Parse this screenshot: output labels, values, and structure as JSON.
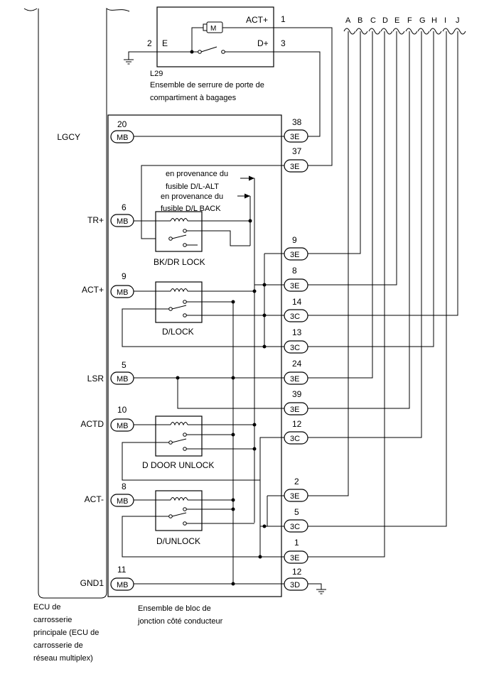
{
  "ecu": {
    "caption_lines": [
      "ECU de",
      "carrosserie",
      "principale (ECU de",
      "carrosserie de",
      "réseau multiplex)"
    ],
    "pins": [
      {
        "label": "LGCY",
        "num": "20",
        "conn": "MB"
      },
      {
        "label": "TR+",
        "num": "6",
        "conn": "MB"
      },
      {
        "label": "ACT+",
        "num": "9",
        "conn": "MB"
      },
      {
        "label": "LSR",
        "num": "5",
        "conn": "MB"
      },
      {
        "label": "ACTD",
        "num": "10",
        "conn": "MB"
      },
      {
        "label": "ACT-",
        "num": "8",
        "conn": "MB"
      },
      {
        "label": "GND1",
        "num": "11",
        "conn": "MB"
      }
    ]
  },
  "lock_assembly": {
    "id": "L29",
    "caption_lines": [
      "Ensemble de serrure de porte de",
      "compartiment à bagages"
    ],
    "motor_label": "M",
    "pins": [
      {
        "label": "ACT+",
        "num": "1"
      },
      {
        "label": "E",
        "num": "2"
      },
      {
        "label": "D+",
        "num": "3"
      }
    ]
  },
  "junction_block": {
    "caption_lines": [
      "Ensemble de bloc de",
      "jonction côté conducteur"
    ],
    "connectors": [
      {
        "num": "38",
        "conn": "3E"
      },
      {
        "num": "37",
        "conn": "3E"
      },
      {
        "num": "9",
        "conn": "3E"
      },
      {
        "num": "8",
        "conn": "3E"
      },
      {
        "num": "14",
        "conn": "3C"
      },
      {
        "num": "13",
        "conn": "3C"
      },
      {
        "num": "24",
        "conn": "3E"
      },
      {
        "num": "39",
        "conn": "3E"
      },
      {
        "num": "12",
        "conn": "3C"
      },
      {
        "num": "2",
        "conn": "3E"
      },
      {
        "num": "5",
        "conn": "3C"
      },
      {
        "num": "1",
        "conn": "3E"
      },
      {
        "num": "12",
        "conn": "3D"
      }
    ],
    "relays": [
      {
        "label": "BK/DR LOCK"
      },
      {
        "label": "D/LOCK"
      },
      {
        "label": "D DOOR UNLOCK"
      },
      {
        "label": "D/UNLOCK"
      }
    ],
    "fuse_notes": [
      [
        "en provenance du",
        "fusible D/L-ALT"
      ],
      [
        "en provenance du",
        "fusible D/L BACK"
      ]
    ]
  },
  "offpage_letters": [
    "A",
    "B",
    "C",
    "D",
    "E",
    "F",
    "G",
    "H",
    "I",
    "J"
  ]
}
